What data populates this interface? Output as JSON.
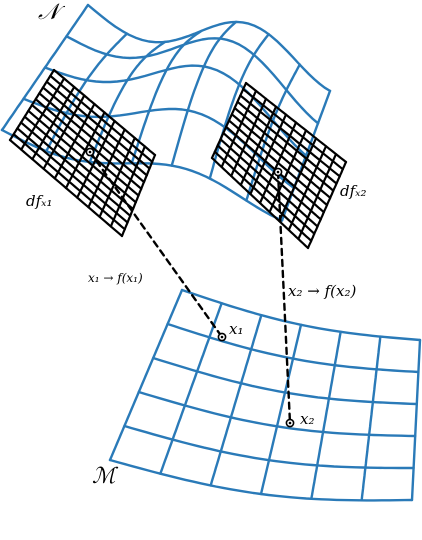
{
  "labels": {
    "manifold_N": "𝒩",
    "manifold_M": "ℳ",
    "df_x1": "dfₓ₁",
    "df_x2": "dfₓ₂",
    "map_x1": "x₁ → f(x₁)",
    "map_x2": "x₂ → f(x₂)",
    "point_x1": "x₁",
    "point_x2": "x₂"
  },
  "colors": {
    "manifold_grid": "#2a7ab8",
    "tangent_grid": "#000000",
    "mapping_line": "#000000",
    "background": "#ffffff"
  }
}
